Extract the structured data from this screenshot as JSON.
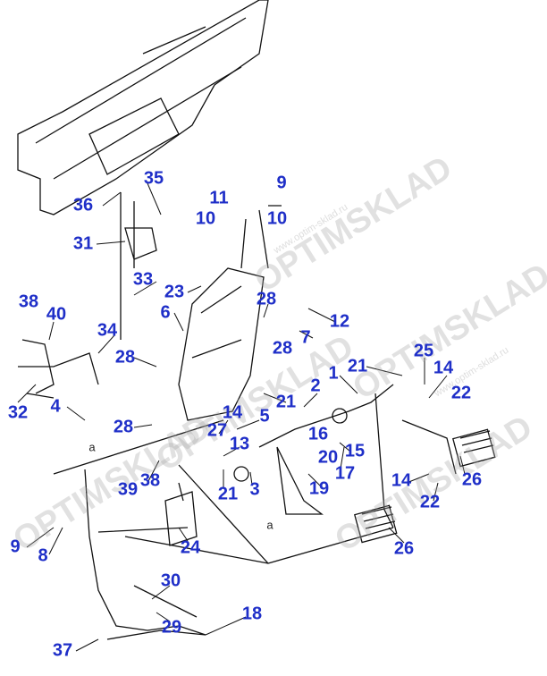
{
  "diagram": {
    "callouts": [
      "35",
      "36",
      "11",
      "9",
      "10",
      "10",
      "31",
      "33",
      "23",
      "6",
      "38",
      "40",
      "34",
      "28",
      "12",
      "7",
      "28",
      "28",
      "1",
      "21",
      "25",
      "14",
      "22",
      "2",
      "21",
      "32",
      "4",
      "14",
      "5",
      "28",
      "27",
      "16",
      "13",
      "15",
      "20",
      "17",
      "39",
      "38",
      "21",
      "3",
      "19",
      "14",
      "26",
      "22",
      "9",
      "8",
      "24",
      "26",
      "30",
      "29",
      "18",
      "37"
    ],
    "reference_marks": [
      "a",
      "a"
    ],
    "watermark": {
      "brand": "OPTIMSKLAD",
      "url": "www.optim-sklad.ru"
    }
  }
}
